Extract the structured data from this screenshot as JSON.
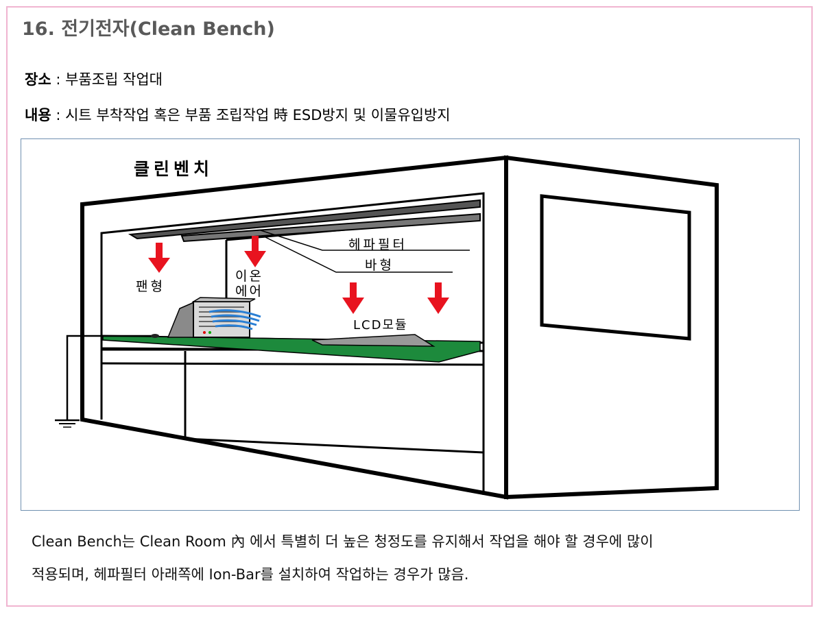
{
  "page": {
    "title": "16. 전기전자(Clean Bench)",
    "location_label": "장소",
    "location_sep": " : ",
    "location_value": "부품조립 작업대",
    "content_label": "내용",
    "content_sep": " : ",
    "content_value": "시트 부착작업 혹은 부품 조립작업 時 ESD방지 및 이물유입방지"
  },
  "diagram": {
    "heading": "클린벤치",
    "label_hepa": "헤파필터",
    "label_bar": "바형",
    "label_fan": "팬형",
    "label_ion_line1": "이온",
    "label_ion_line2": "에어",
    "label_lcd": "LCD모듈",
    "colors": {
      "arrow": "#e8131f",
      "mat": "#1d8a3c",
      "ionizer_air": "#2a7fd4",
      "outline": "#000000"
    }
  },
  "caption": {
    "line1": "Clean Bench는 Clean Room 內 에서 특별히 더 높은 청정도를 유지해서 작업을 해야 할 경우에 많이",
    "line2": "적용되며, 헤파필터 아래쪽에 Ion-Bar를 설치하여 작업하는 경우가 많음."
  },
  "style": {
    "frame_border": "#f0b4d0",
    "diagram_border": "#6f8fb0",
    "title_color": "#595959"
  }
}
